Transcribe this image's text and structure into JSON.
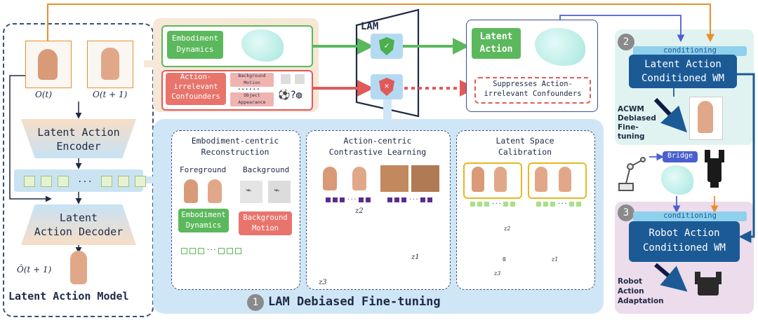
{
  "lam_model": {
    "obs_t": "O(t)",
    "obs_t1": "O(t + 1)",
    "encoder_line1": "Latent Action",
    "encoder_line2": "Encoder",
    "decoder_line1": "Latent",
    "decoder_line2": "Action Decoder",
    "pred": "Ô(t + 1)",
    "title": "Latent Action Model"
  },
  "inputs": {
    "embodiment_line1": "Embodiment",
    "embodiment_line2": "Dynamics",
    "confounders_line1": "Action-",
    "confounders_line2": "irrelevant",
    "confounders_line3": "Confounders",
    "bg_motion_line1": "Background",
    "bg_motion_line2": "Motion",
    "obj_app_line1": "Object",
    "obj_app_line2": "Appearance",
    "dots": "......"
  },
  "lam_label": "LAM",
  "latent_action_line1": "Latent",
  "latent_action_line2": "Action",
  "suppress_line1": "Suppresses Action-",
  "suppress_line2": "irrelevant Confounders",
  "finetune": {
    "step": "1",
    "title": "LAM Debiased Fine-tuning",
    "recon_line1": "Embodiment-centric",
    "recon_line2": "Reconstruction",
    "foreground": "Foreground",
    "background": "Background",
    "emb_dyn_line1": "Embodiment",
    "emb_dyn_line2": "Dynamics",
    "bg_motion_line1": "Background",
    "bg_motion_line2": "Motion",
    "contrast_line1": "Action-centric",
    "contrast_line2": "Contrastive Learning",
    "calib_line1": "Latent Space",
    "calib_line2": "Calibration",
    "z1": "z1",
    "z2": "z2",
    "z3": "z3",
    "origin": "0"
  },
  "acwm": {
    "step": "2",
    "conditioning": "conditioning",
    "title_line1": "Latent Action",
    "title_line2": "Conditioned WM",
    "note_line1": "ACWM",
    "note_line2": "Debiased",
    "note_line3": "Fine-",
    "note_line4": "tuning"
  },
  "bridge": "Bridge",
  "racwm": {
    "step": "3",
    "conditioning": "conditioning",
    "title_line1": "Robot Action",
    "title_line2": "Conditioned WM",
    "note_line1": "Robot",
    "note_line2": "Action",
    "note_line3": "Adaptation"
  },
  "colors": {
    "green": "#5cb85c",
    "red": "#e05a5a",
    "blue_dark": "#1c5a96",
    "orange": "#e8902a",
    "panel_blue": "#cfe6f7"
  }
}
